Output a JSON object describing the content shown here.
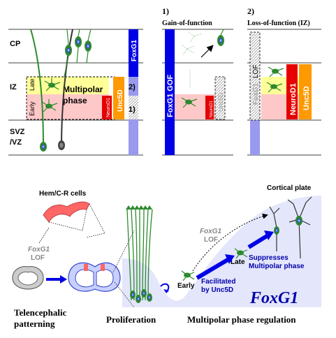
{
  "top": {
    "layers": {
      "cp": "CP",
      "iz": "IZ",
      "svz": "SVZ",
      "vz": "/VZ"
    },
    "panel1": {
      "title": "1)",
      "subtitle": "Gain-of-function"
    },
    "panel2": {
      "title": "2)",
      "subtitle": "Loss-of-function (IZ)"
    },
    "phase_label_1": "Multipolar",
    "phase_label_2": "phase",
    "early_label": "Early",
    "late_label": "Late",
    "neurod1": "NeuroD1",
    "unc5d": "Unc5D",
    "foxg1": "FoxG1",
    "foxg1_gof": "FoxG1 GOF",
    "lof": "LOF",
    "marker_2": "2)",
    "marker_1": "1)"
  },
  "bottom": {
    "hem_label": "Hem/C-R cells",
    "foxg1_lof_left_1": "FoxG1",
    "foxg1_lof_left_2": "LOF",
    "foxg1_lof_right_1": "FoxG1",
    "foxg1_lof_right_2": "LOF",
    "cortical_plate": "Cortical plate",
    "early": "Early",
    "late": "Late",
    "suppresses_1": "Suppresses",
    "suppresses_2": "Multipolar phase",
    "facilitated_1": "Facilitated",
    "facilitated_2": "by Unc5D",
    "foxg1_big": "FoxG1",
    "stage_telen_1": "Telencephalic",
    "stage_telen_2": "patterning",
    "stage_prolif": "Proliferation",
    "stage_multi": "Multipolar phase regulation"
  },
  "colors": {
    "foxg1_blue": "#0000e6",
    "foxg1_light": "#9999ee",
    "neurod1_red": "#e60000",
    "unc5d_orange": "#ff9900",
    "late_yellow": "#ffff99",
    "early_pink": "#ffc8c8",
    "neuron_green": "#2d8a2d",
    "nucleus_blue": "#3355dd",
    "hem_red": "#ff6666",
    "bg_lavender": "#e4e6fb"
  }
}
